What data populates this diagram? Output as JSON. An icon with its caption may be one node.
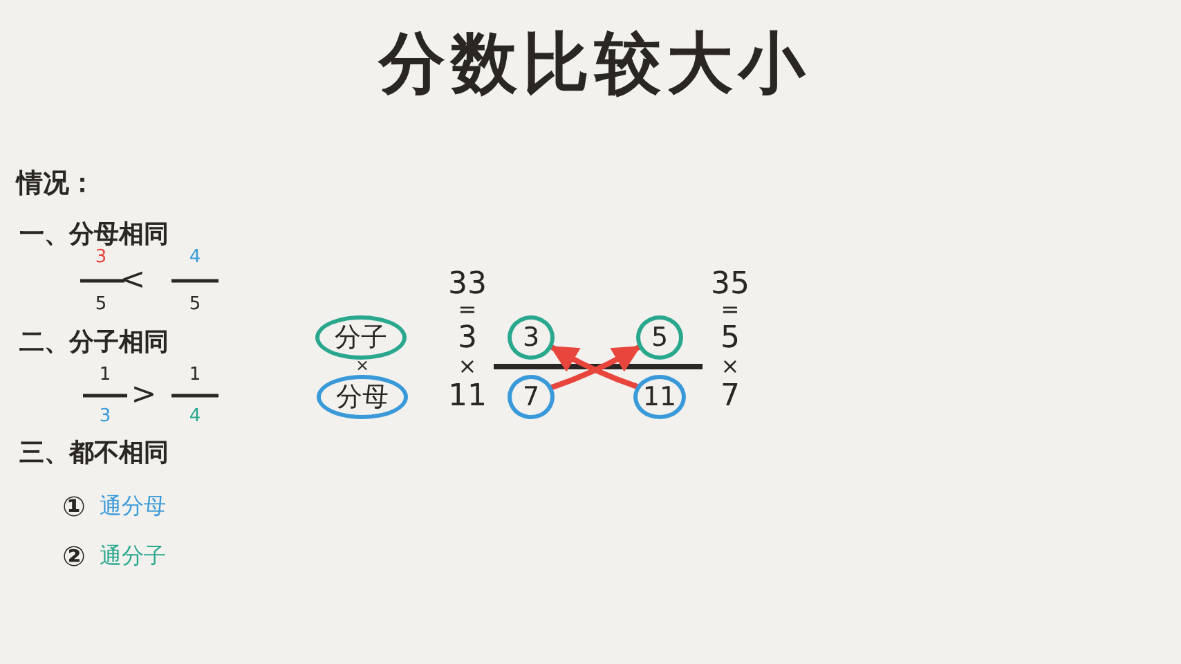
{
  "diagram": {
    "title": "分数比较大小",
    "nodes": [
      {
        "text": [
          "分子"
        ]
      },
      {
        "text": [
          "分母"
        ]
      },
      {
        "text": [
          "3"
        ]
      },
      {
        "text": [
          "7"
        ]
      },
      {
        "text": [
          "5"
        ]
      },
      {
        "text": [
          "11"
        ]
      }
    ],
    "edges": [
      {
        "from": 3,
        "to": 4,
        "arrow": "to"
      },
      {
        "from": 5,
        "to": 2,
        "arrow": "to"
      }
    ],
    "labels": [
      "情况：",
      "一、分母相同",
      "3",
      "5",
      "<",
      "4",
      "5",
      "二、分子相同",
      "1",
      "3",
      ">",
      "1",
      "4",
      "三、都不相同",
      "①",
      "通分母",
      "②",
      "通分子",
      "×",
      "33",
      "=",
      "3",
      "×",
      "11",
      "35",
      "=",
      "5",
      "×",
      "7"
    ]
  }
}
